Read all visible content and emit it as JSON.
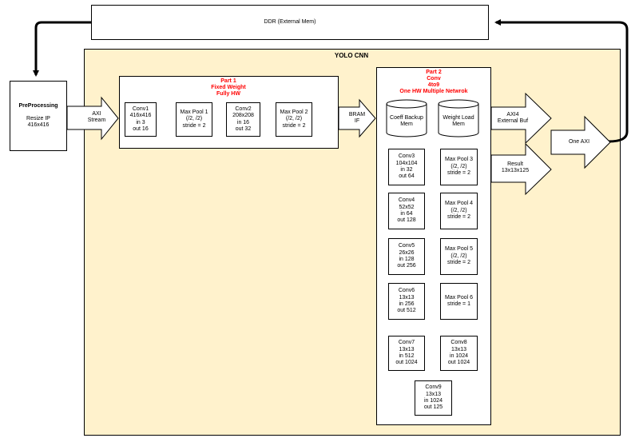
{
  "ddr": {
    "label": "DDR (External Mem)"
  },
  "yolo": {
    "title": "YOLO CNN"
  },
  "preprocessing": {
    "title": "PreProcessing",
    "sub": "Resize IP\n416x416"
  },
  "part1": {
    "header": "Part 1\nFixed Weight\nFully HW",
    "blocks": [
      "Conv1\n416x416\nin 3\nout 16",
      "Max Pool 1\n(/2, /2)\nstride = 2",
      "Conv2\n208x208\nin 16\nout 32",
      "Max Pool 2\n(/2, /2)\nstride = 2"
    ]
  },
  "part2": {
    "header": "Part 2\nConv\n4to9\nOne HW Multiple Netwrok",
    "mem": [
      "Coeff Backup\nMem",
      "Weight Load\nMem"
    ],
    "blocks": [
      "Conv3\n104x104\nin 32\nout 64",
      "Max Pool 3\n(/2, /2)\nstride = 2",
      "Conv4\n52x52\nin 64\nout 128",
      "Max Pool 4\n(/2, /2)\nstride = 2",
      "Conv5\n26x26\nin 128\nout 256",
      "Max Pool 5\n(/2, /2)\nstride = 2",
      "Conv6\n13x13\nin 256\nout 512",
      "Max Pool 6\nstride = 1",
      "Conv7\n13x13\nin 512\nout 1024",
      "Conv8\n13x13\nin 1024\nout 1024",
      "Conv9\n13x13\nin 1024\nout 125"
    ]
  },
  "arrows": {
    "axi_stream": "AXI\nStream",
    "bram_if": "BRAM\nIF",
    "axi4_ext": "AXI4\nExternal Buf",
    "result": "Result\n13x13x125",
    "one_axi": "One AXI"
  }
}
